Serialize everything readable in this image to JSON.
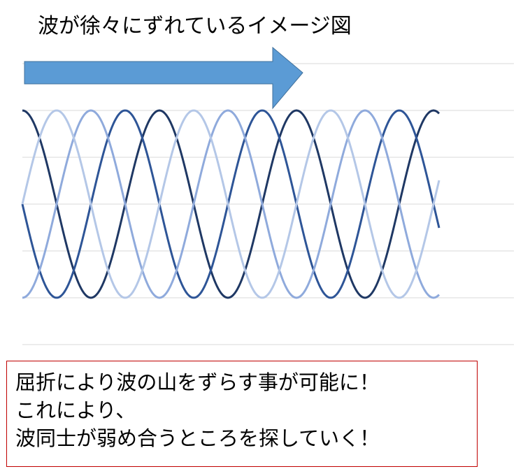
{
  "title": "波が徐々にずれているイメージ図",
  "colors": {
    "arrow": "#5b9bd5",
    "grid": "#d9d9d9",
    "wave_dark": "#1f3864",
    "wave_medium": "#2e5597",
    "wave_light": "#8faadc",
    "wave_lightest": "#b4c7e7",
    "note_border": "#c00000"
  },
  "arrow": {
    "direction": "right",
    "icon": "right-arrow-icon"
  },
  "waves": [
    {
      "name": "wave-1",
      "color": "#1f3864",
      "phase_degrees": 0
    },
    {
      "name": "wave-2",
      "color": "#2e5597",
      "phase_degrees": 90
    },
    {
      "name": "wave-3",
      "color": "#8faadc",
      "phase_degrees": 180
    },
    {
      "name": "wave-4",
      "color": "#b4c7e7",
      "phase_degrees": 270
    }
  ],
  "note": {
    "lines": [
      "屈折により波の山をずらす事が可能に！",
      "これにより、",
      "波同士が弱め合うところを探していく！"
    ]
  }
}
